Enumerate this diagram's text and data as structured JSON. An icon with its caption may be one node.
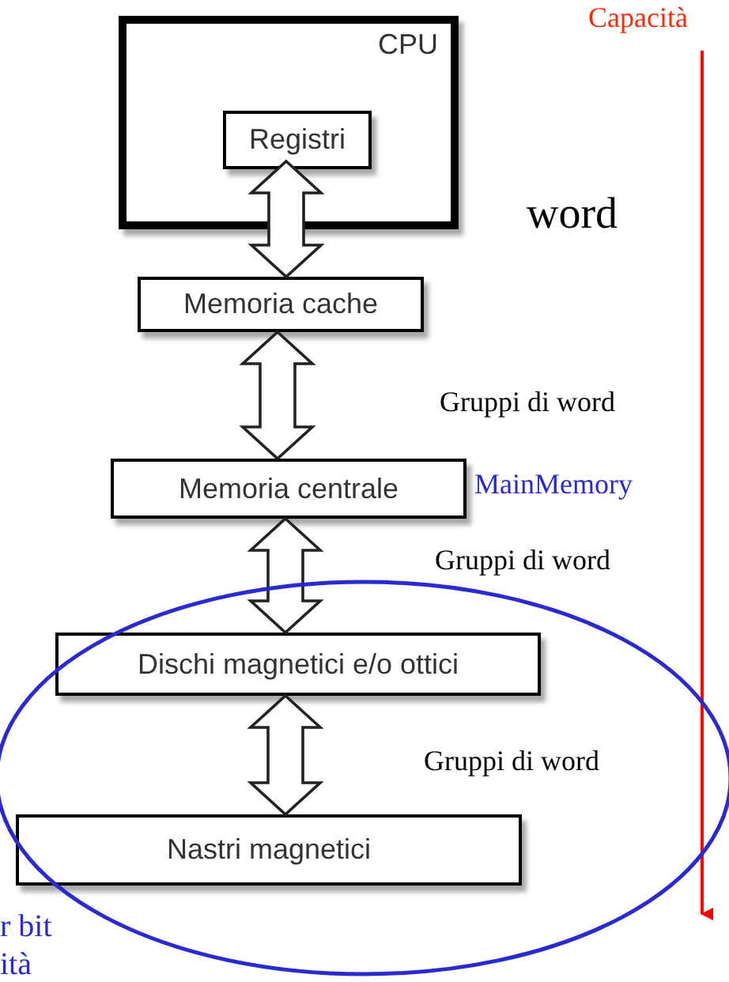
{
  "diagram": {
    "nodes": [
      {
        "text": [
          "CPU"
        ]
      },
      {
        "text": [
          "Registri"
        ],
        "in": 0
      },
      {
        "text": [
          "Memoria cache"
        ]
      },
      {
        "text": [
          "Memoria centrale"
        ],
        "beside": [
          "MainMemory"
        ]
      },
      {
        "text": [
          "Dischi magnetici e/o ottici"
        ]
      },
      {
        "text": [
          "Nastri magnetici"
        ]
      }
    ],
    "edges": [
      {
        "from": 1,
        "to": 2,
        "arrow": "both"
      },
      {
        "from": 2,
        "to": 3,
        "arrow": "both"
      },
      {
        "from": 3,
        "to": 4,
        "arrow": "both"
      },
      {
        "from": 4,
        "to": 5,
        "arrow": "both"
      }
    ],
    "labels": [
      "Capacità",
      "word",
      "Gruppi di word",
      "Gruppi di word",
      "Gruppi di word",
      "r bit",
      "ità"
    ]
  }
}
